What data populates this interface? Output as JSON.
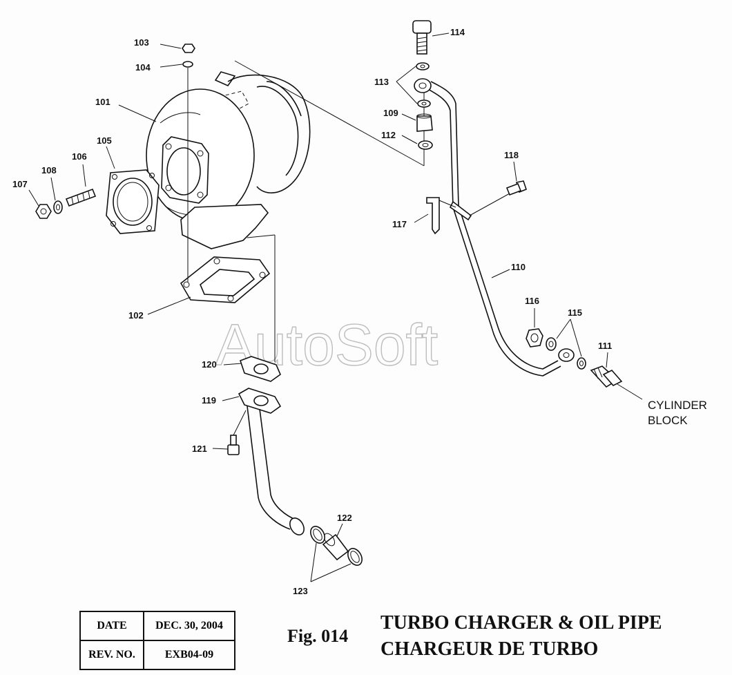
{
  "callouts": {
    "c101": "101",
    "c102": "102",
    "c103": "103",
    "c104": "104",
    "c105": "105",
    "c106": "106",
    "c107": "107",
    "c108": "108",
    "c109": "109",
    "c110": "110",
    "c111": "111",
    "c112": "112",
    "c113": "113",
    "c114": "114",
    "c115": "115",
    "c116": "116",
    "c117": "117",
    "c118": "118",
    "c119": "119",
    "c120": "120",
    "c121": "121",
    "c122": "122",
    "c123": "123"
  },
  "note": {
    "line1": "CYLINDER",
    "line2": "BLOCK"
  },
  "watermark": "AutoSoft",
  "info_table": {
    "date_label": "DATE",
    "date_value": "DEC. 30, 2004",
    "rev_label": "REV. NO.",
    "rev_value": "EXB04-09"
  },
  "figure": {
    "number": "Fig. 014",
    "title_en": "TURBO CHARGER & OIL PIPE",
    "title_fr": "CHARGEUR DE TURBO"
  }
}
